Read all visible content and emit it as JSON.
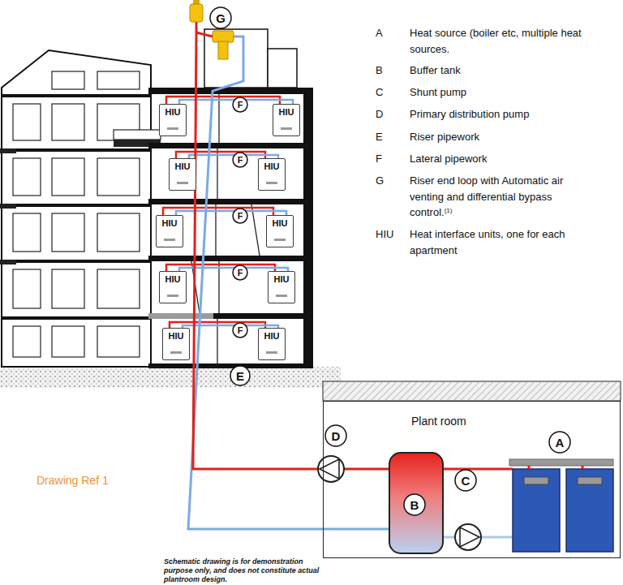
{
  "diagram": {
    "nodes": [
      {
        "text": [
          "G"
        ]
      },
      {
        "text": [
          "HIU"
        ]
      },
      {
        "text": [
          "F"
        ]
      },
      {
        "text": [
          "HIU"
        ]
      },
      {
        "text": [
          "HIU"
        ]
      },
      {
        "text": [
          "F"
        ]
      },
      {
        "text": [
          "HIU"
        ]
      },
      {
        "text": [
          "HIU"
        ]
      },
      {
        "text": [
          "F"
        ]
      },
      {
        "text": [
          "HIU"
        ]
      },
      {
        "text": [
          "HIU"
        ]
      },
      {
        "text": [
          "F"
        ]
      },
      {
        "text": [
          "HIU"
        ]
      },
      {
        "text": [
          "HIU"
        ]
      },
      {
        "text": [
          "F"
        ]
      },
      {
        "text": [
          "HIU"
        ]
      },
      {
        "text": [
          "E"
        ]
      },
      {
        "text": [
          "Plant room"
        ]
      },
      {
        "text": [
          "D"
        ],
        "in": 17
      },
      {
        "text": [
          "A"
        ],
        "in": 17
      },
      {
        "text": [
          "B"
        ],
        "in": 17
      },
      {
        "text": [
          "C"
        ],
        "in": 17
      }
    ],
    "labels": [
      "A",
      "Heat source (boiler etc, multiple heat sources.",
      "B",
      "Buffer tank",
      "C",
      "Shunt pump",
      "D",
      "Primary distribution pump",
      "E",
      "Riser pipework",
      "F",
      "Lateral pipework",
      "G",
      "Riser end loop with Automatic air venting and differential bypass control.",
      "(1)",
      "HIU",
      "Heat interface units, one for each apartment",
      "Drawing Ref 1",
      "Schematic drawing is for demonstration purpose only, and does not constitute actual plantroom design."
    ]
  }
}
